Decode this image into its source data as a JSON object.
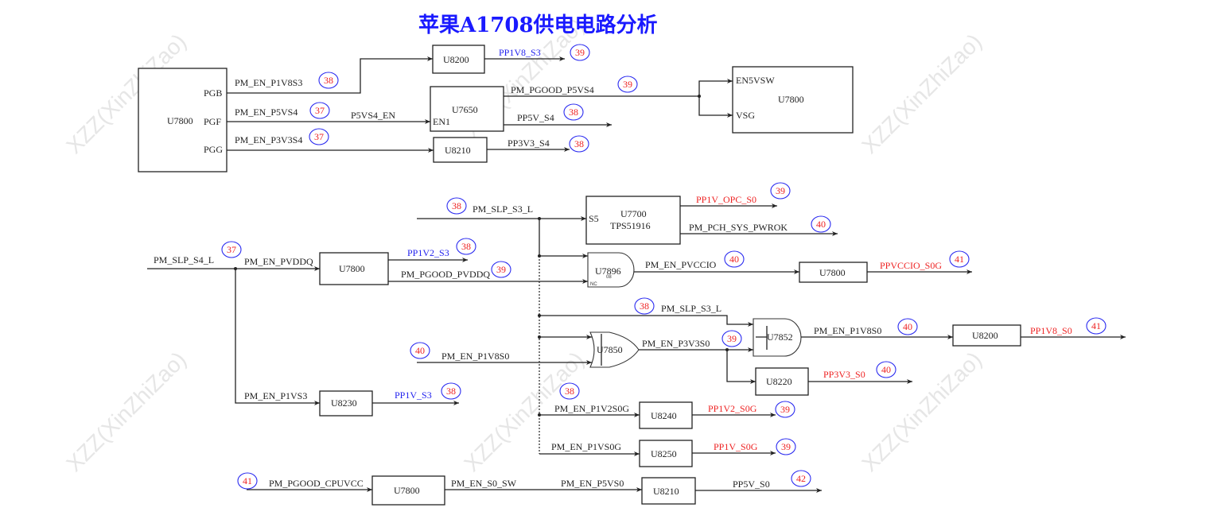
{
  "title": "苹果A1708供电电路分析",
  "watermark": "XZZ(XinZhiZao)",
  "colors": {
    "title": "#1a1aff",
    "net_blue": "#2222ee",
    "net_red": "#ee2222",
    "ref_circle": "#2b2bf0",
    "ref_text": "#ee2222"
  },
  "blocks": {
    "u7800_top": {
      "name": "U7800",
      "pins": [
        "PGB",
        "PGF",
        "PGG"
      ]
    },
    "u8200_top": {
      "name": "U8200"
    },
    "u7650": {
      "name": "U7650",
      "pin": "EN1"
    },
    "u8210_top": {
      "name": "U8210"
    },
    "u7800_right": {
      "name": "U7800",
      "pins": [
        "EN5VSW",
        "VSG"
      ]
    },
    "u7700": {
      "name": "U7700",
      "sub": "TPS51916",
      "pin": "S5"
    },
    "u7800_mid": {
      "name": "U7800"
    },
    "u7896": {
      "name": "U7896",
      "sub": "08",
      "nc": "NC"
    },
    "u7800_vccio": {
      "name": "U7800"
    },
    "u7852": {
      "name": "U7852"
    },
    "u8200_s0": {
      "name": "U8200"
    },
    "u7850": {
      "name": "U7850"
    },
    "u8220": {
      "name": "U8220"
    },
    "u8230": {
      "name": "U8230"
    },
    "u8240": {
      "name": "U8240"
    },
    "u8250": {
      "name": "U8250"
    },
    "u7800_bot": {
      "name": "U7800"
    },
    "u8210_bot": {
      "name": "U8210"
    }
  },
  "nets": {
    "pm_en_p1v8s3": "PM_EN_P1V8S3",
    "pm_en_p5vs4": "PM_EN_P5VS4",
    "p5vs4_en": "P5VS4_EN",
    "pm_en_p3v3s4": "PM_EN_P3V3S4",
    "pp1v8_s3": "PP1V8_S3",
    "pm_pgood_p5vs4": "PM_PGOOD_P5VS4",
    "pp5v_s4": "PP5V_S4",
    "pp3v3_s4": "PP3V3_S4",
    "pm_slp_s3_l": "PM_SLP_S3_L",
    "pp1v_opc_s0": "PP1V_OPC_S0",
    "pm_pch_sys_pwrok": "PM_PCH_SYS_PWROK",
    "pm_slp_s4_l": "PM_SLP_S4_L",
    "pm_en_pvddq": "PM_EN_PVDDQ",
    "pp1v2_s3": "PP1V2_S3",
    "pm_pgood_pvddq": "PM_PGOOD_PVDDQ",
    "pm_en_pvccio": "PM_EN_PVCCIO",
    "ppvccio_s0g": "PPVCCIO_S0G",
    "pm_slp_s3_l_2": "PM_SLP_S3_L",
    "pm_en_p1v8s0_out": "PM_EN_P1V8S0",
    "pp1v8_s0": "PP1V8_S0",
    "pm_en_p1v8s0_in": "PM_EN_P1V8S0",
    "pm_en_p3v3s0": "PM_EN_P3V3S0",
    "pp3v3_s0": "PP3V3_S0",
    "pm_en_p1vs3": "PM_EN_P1VS3",
    "pp1v_s3": "PP1V_S3",
    "pm_en_p1v2s0g": "PM_EN_P1V2S0G",
    "pp1v2_s0g": "PP1V2_S0G",
    "pm_en_p1vs0g": "PM_EN_P1VS0G",
    "pp1v_s0g": "PP1V_S0G",
    "pm_pgood_cpuvcc": "PM_PGOOD_CPUVCC",
    "pm_en_s0_sw": "PM_EN_S0_SW",
    "pm_en_p5vs0": "PM_EN_P5VS0",
    "pp5v_s0": "PP5V_S0"
  },
  "refs": {
    "r_p1v8s3": "38",
    "r_p5vs4": "37",
    "r_p3v3s4": "37",
    "r_pp1v8s3": "39",
    "r_pgood_p5vs4": "39",
    "r_pp5vs4": "38",
    "r_pp3v3s4": "38",
    "r_slp_s3": "38",
    "r_opc": "39",
    "r_pwrok": "40",
    "r_slp_s4": "37",
    "r_pp1v2s3": "38",
    "r_pgood_pvddq": "39",
    "r_pvccio": "40",
    "r_ppvccio": "41",
    "r_slp_s3_2": "38",
    "r_p1v8s0": "40",
    "r_pp1v8s0": "41",
    "r_p1v8s0_in": "40",
    "r_p3v3s0": "39",
    "r_pp3v3s0": "40",
    "r_pp1vs3": "38",
    "r_p1v2s0g": "38",
    "r_pp1v2s0g": "39",
    "r_pp1vs0g": "39",
    "r_cpuvcc": "41",
    "r_pp5vs0": "42"
  }
}
